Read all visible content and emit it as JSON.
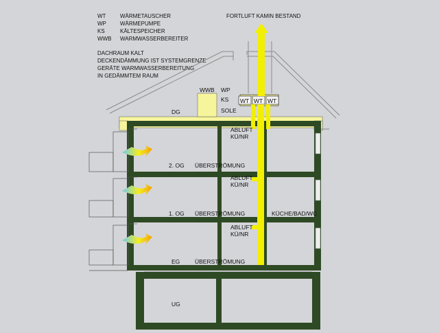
{
  "legend": {
    "items": [
      {
        "abbr": "WT",
        "text": "WÄRMETAUSCHER"
      },
      {
        "abbr": "WP",
        "text": "WÄRMEPUMPE"
      },
      {
        "abbr": "KS",
        "text": "KÄLTESPEICHER"
      },
      {
        "abbr": "WWB",
        "text": "WARMWASSERBEREITER"
      }
    ],
    "notes": [
      "DACHRAUM KALT",
      "DECKENDÄMMUNG IST SYSTEMGRENZE",
      "GERÄTE WARMWASSERBEREITUNG",
      "IN GEDÄMMTEM RAUM"
    ]
  },
  "exhaust_label": "FORTLUFT KAMIN BESTAND",
  "equipment": {
    "wwb": "WWB",
    "wp": "WP",
    "ks": "KS",
    "sole": "SOLE",
    "wt": "WT"
  },
  "floors": {
    "dg": "DG",
    "og2": "2. OG",
    "og1": "1. OG",
    "eg": "EG",
    "ug": "UG"
  },
  "labels": {
    "overflow": "ÜBERSTRÖMUNG",
    "exhaust_line1": "ABLUFT",
    "exhaust_line2": "KÜ/NR",
    "wet_rooms": "KÜCHE/BAD/WC"
  },
  "colors": {
    "wall": "#2e4a25",
    "insulation": "#f6f59c",
    "duct": "#f2ef00",
    "background": "#d4d5d8"
  }
}
